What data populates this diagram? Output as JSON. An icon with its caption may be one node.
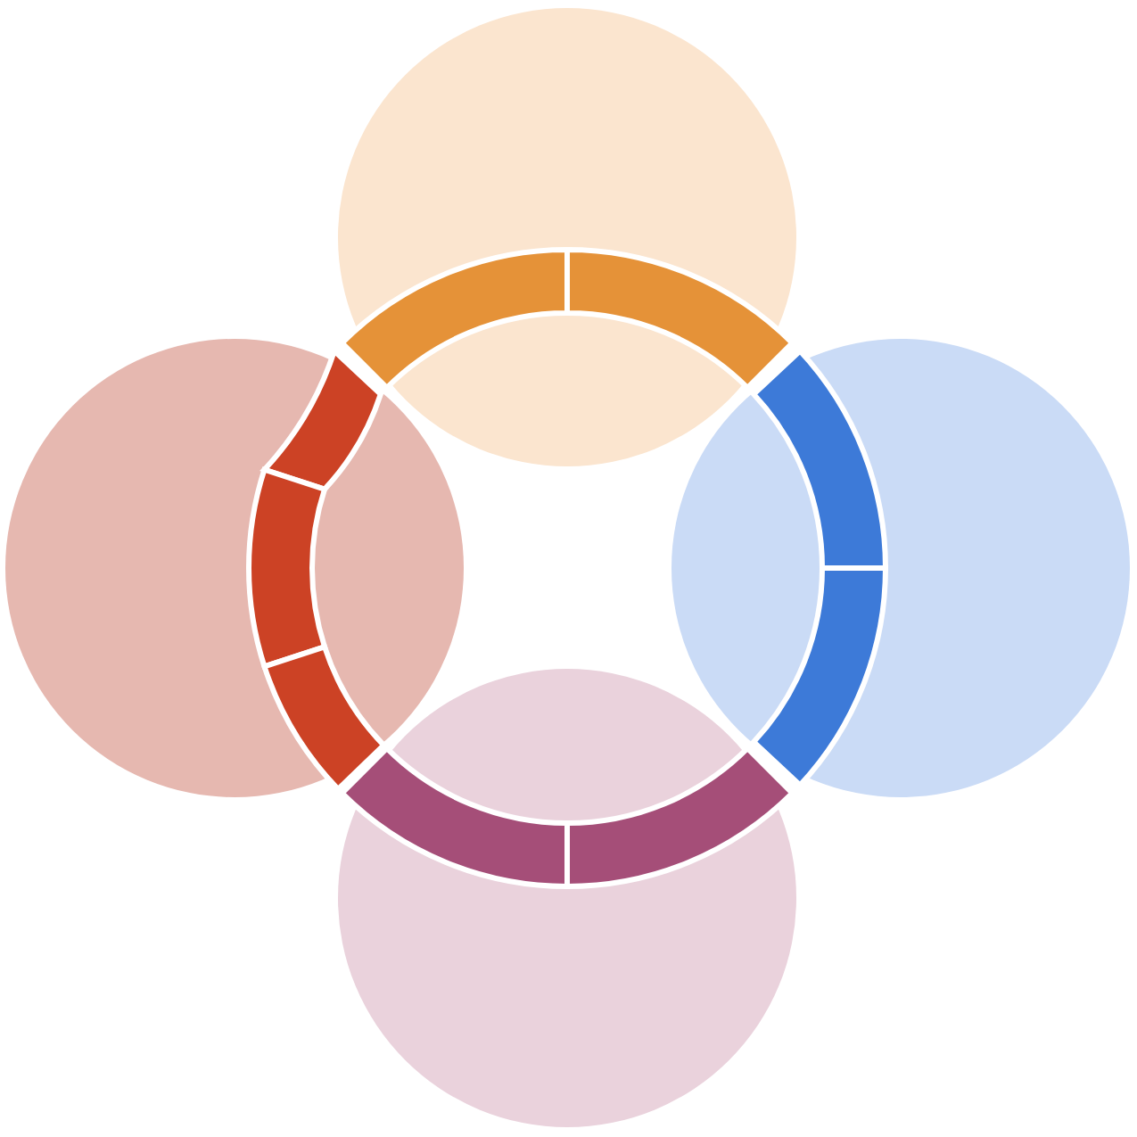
{
  "diagram": {
    "nodes": [
      {
        "text": [],
        "shape": "circle"
      },
      {
        "text": [],
        "shape": "circle"
      },
      {
        "text": [],
        "shape": "circle"
      },
      {
        "text": [],
        "shape": "circle"
      }
    ]
  }
}
